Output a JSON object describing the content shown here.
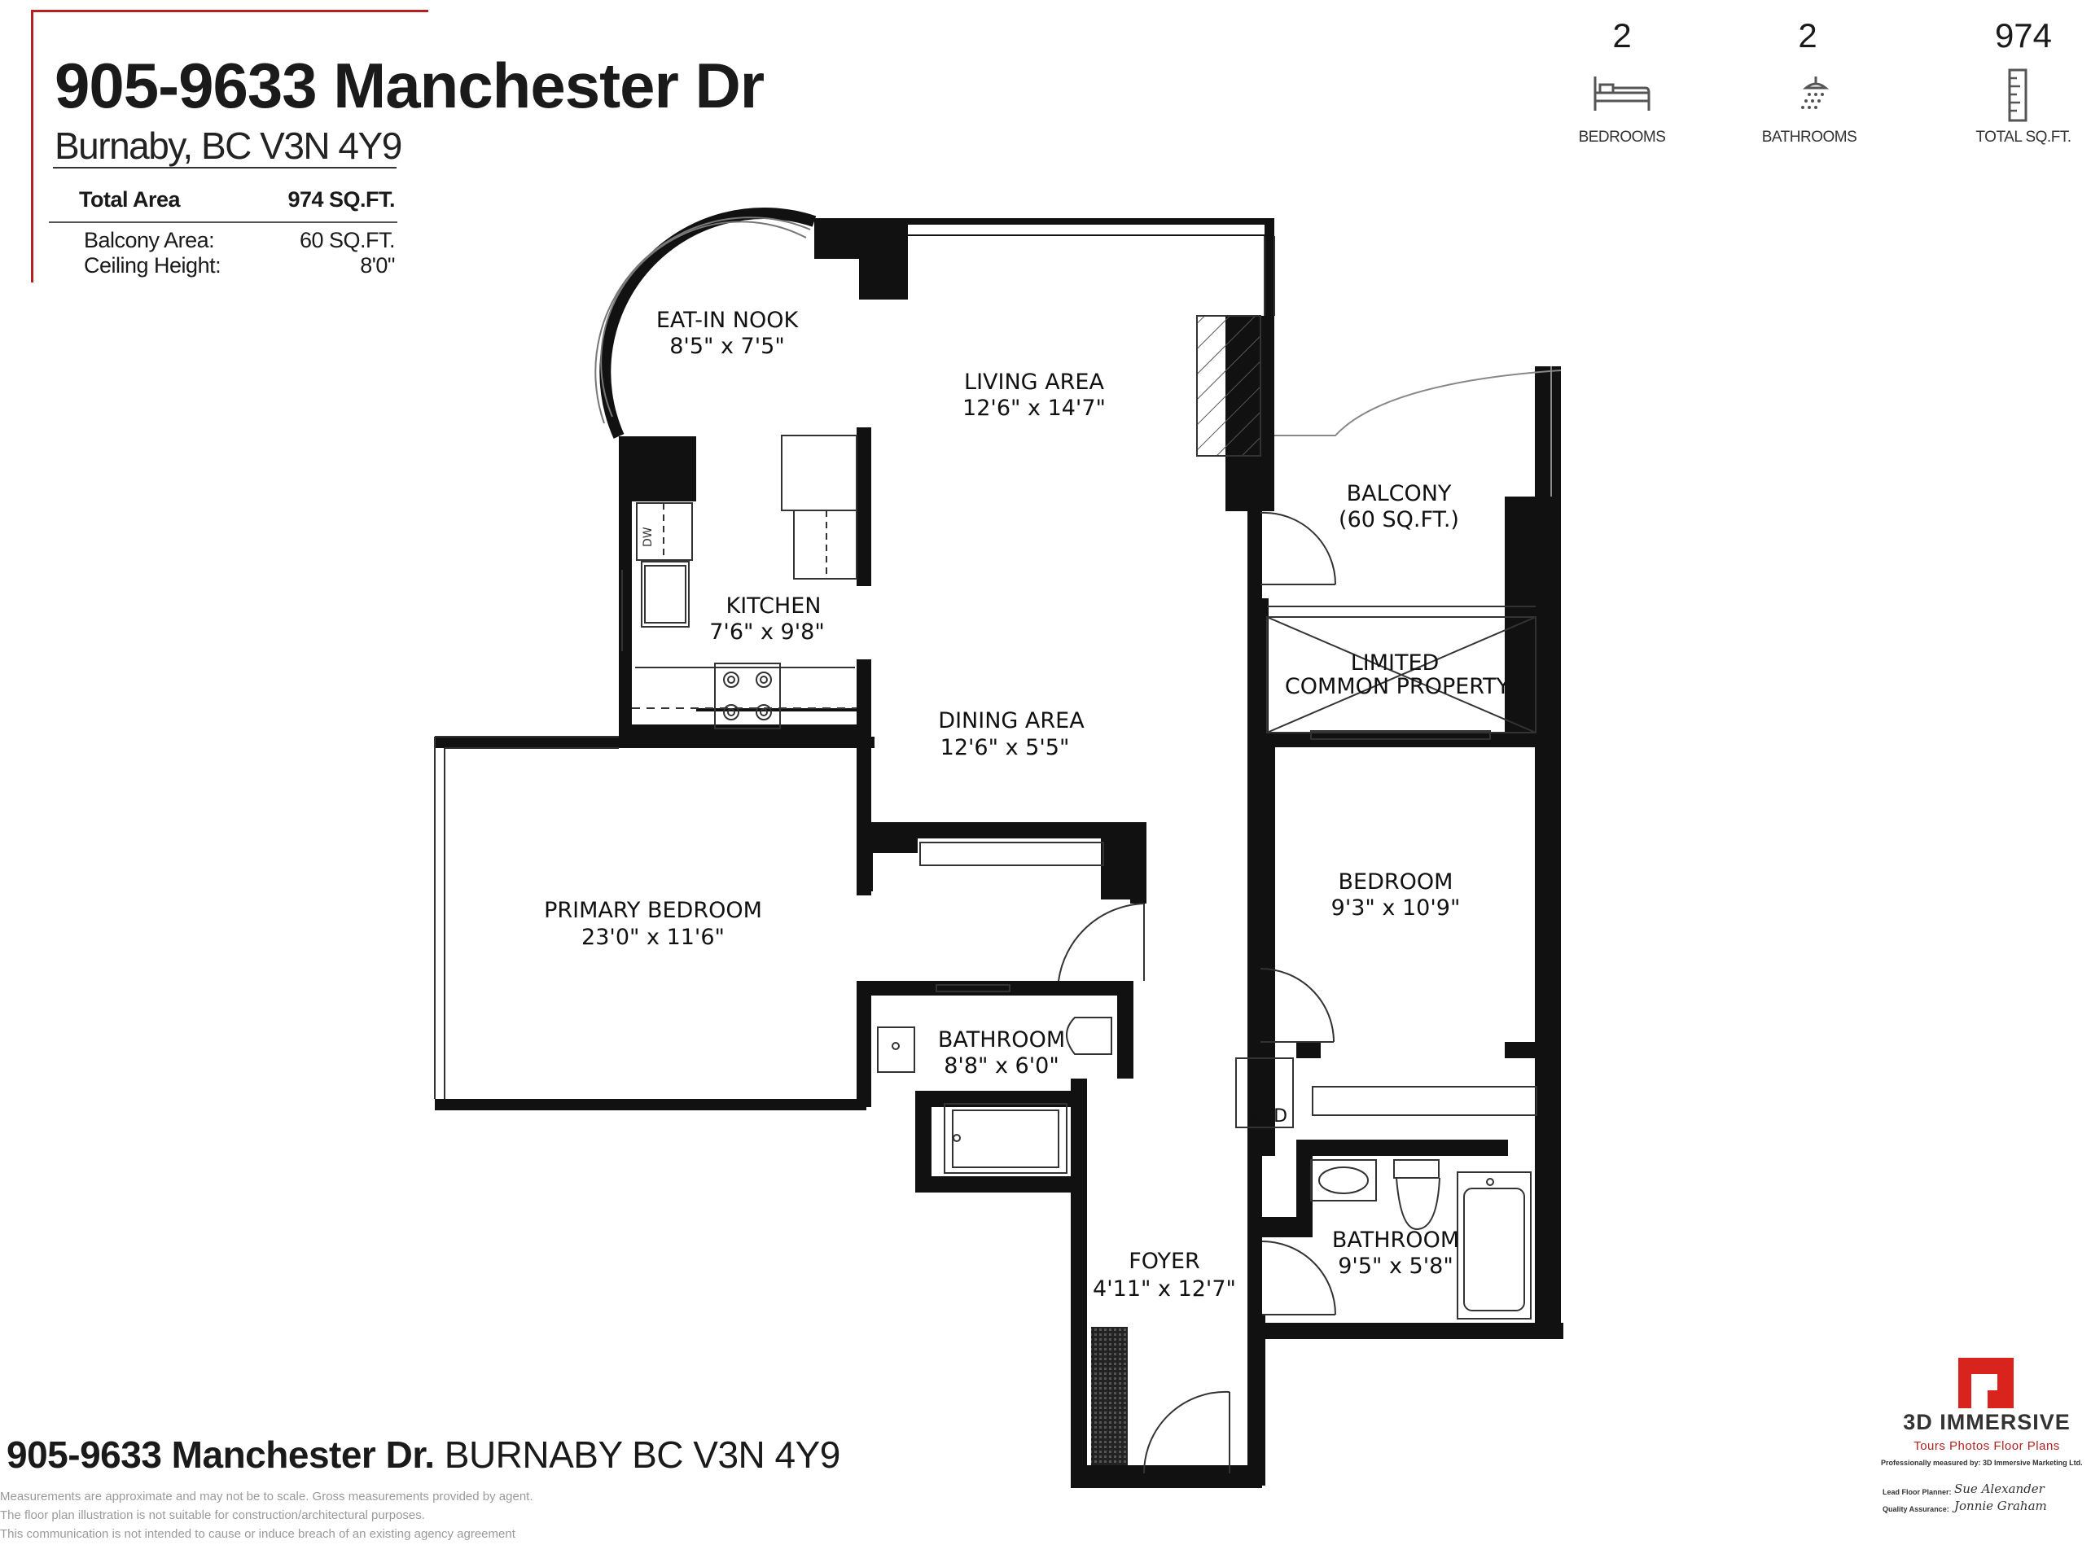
{
  "header": {
    "address": "905-9633 Manchester Dr",
    "city": "Burnaby, BC V3N 4Y9",
    "total_area_label": "Total Area",
    "total_area_value": "974 SQ.FT.",
    "balcony_area_label": "Balcony Area:",
    "balcony_area_value": "60 SQ.FT.",
    "ceiling_height_label": "Ceiling Height:",
    "ceiling_height_value": "8'0\"",
    "accent_color": "#b52121"
  },
  "stats": {
    "bedrooms_count": "2",
    "bedrooms_label": "BEDROOMS",
    "bedrooms_icon": "bed-icon",
    "bathrooms_count": "2",
    "bathrooms_label": "BATHROOMS",
    "bathrooms_icon": "shower-icon",
    "sqft_count": "974",
    "sqft_label": "TOTAL SQ.FT.",
    "sqft_icon": "ruler-icon"
  },
  "rooms": {
    "eat_in_nook": {
      "name": "EAT-IN NOOK",
      "size": "8'5\" x 7'5\""
    },
    "living_area": {
      "name": "LIVING AREA",
      "size": "12'6\" x 14'7\""
    },
    "balcony": {
      "name": "BALCONY",
      "size": "(60 SQ.FT.)"
    },
    "kitchen": {
      "name": "KITCHEN",
      "size": "7'6\" x 9'8\""
    },
    "limited_common_property_line1": "LIMITED",
    "limited_common_property_line2": "COMMON PROPERTY",
    "dining_area": {
      "name": "DINING AREA",
      "size": "12'6\" x 5'5\""
    },
    "primary_bedroom": {
      "name": "PRIMARY BEDROOM",
      "size": "23'0\" x 11'6\""
    },
    "bedroom": {
      "name": "BEDROOM",
      "size": "9'3\" x 10'9\""
    },
    "bathroom_1": {
      "name": "BATHROOM",
      "size": "8'8\" x 6'0\""
    },
    "bathroom_2": {
      "name": "BATHROOM",
      "size": "9'5\" x 5'8\""
    },
    "foyer": {
      "name": "FOYER",
      "size": "4'11\" x 12'7\""
    },
    "washer_dryer": "W/D",
    "dishwasher": "DW"
  },
  "footer": {
    "address_bold": "905-9633 Manchester Dr.",
    "address_rest": "BURNABY BC V3N 4Y9",
    "disclaimer_1": "Measurements are approximate and may not be to scale. Gross measurements provided by agent.",
    "disclaimer_2": "The floor plan illustration is not suitable for construction/architectural purposes.",
    "disclaimer_3": "This communication is not intended to cause or induce breach of an existing agency agreement"
  },
  "brand": {
    "name": "3D IMMERSIVE",
    "tagline": "Tours  Photos  Floor Plans",
    "measured_by": "Professionally measured by: 3D Immersive Marketing Ltd.",
    "lead_planner_label": "Lead Floor Planner:",
    "lead_planner_signature": "Sue Alexander",
    "qa_label": "Quality Assurance:",
    "qa_signature": "Jonnie Graham",
    "logo_icon": "brand-logo-icon",
    "logo_color": "#d9231d"
  }
}
